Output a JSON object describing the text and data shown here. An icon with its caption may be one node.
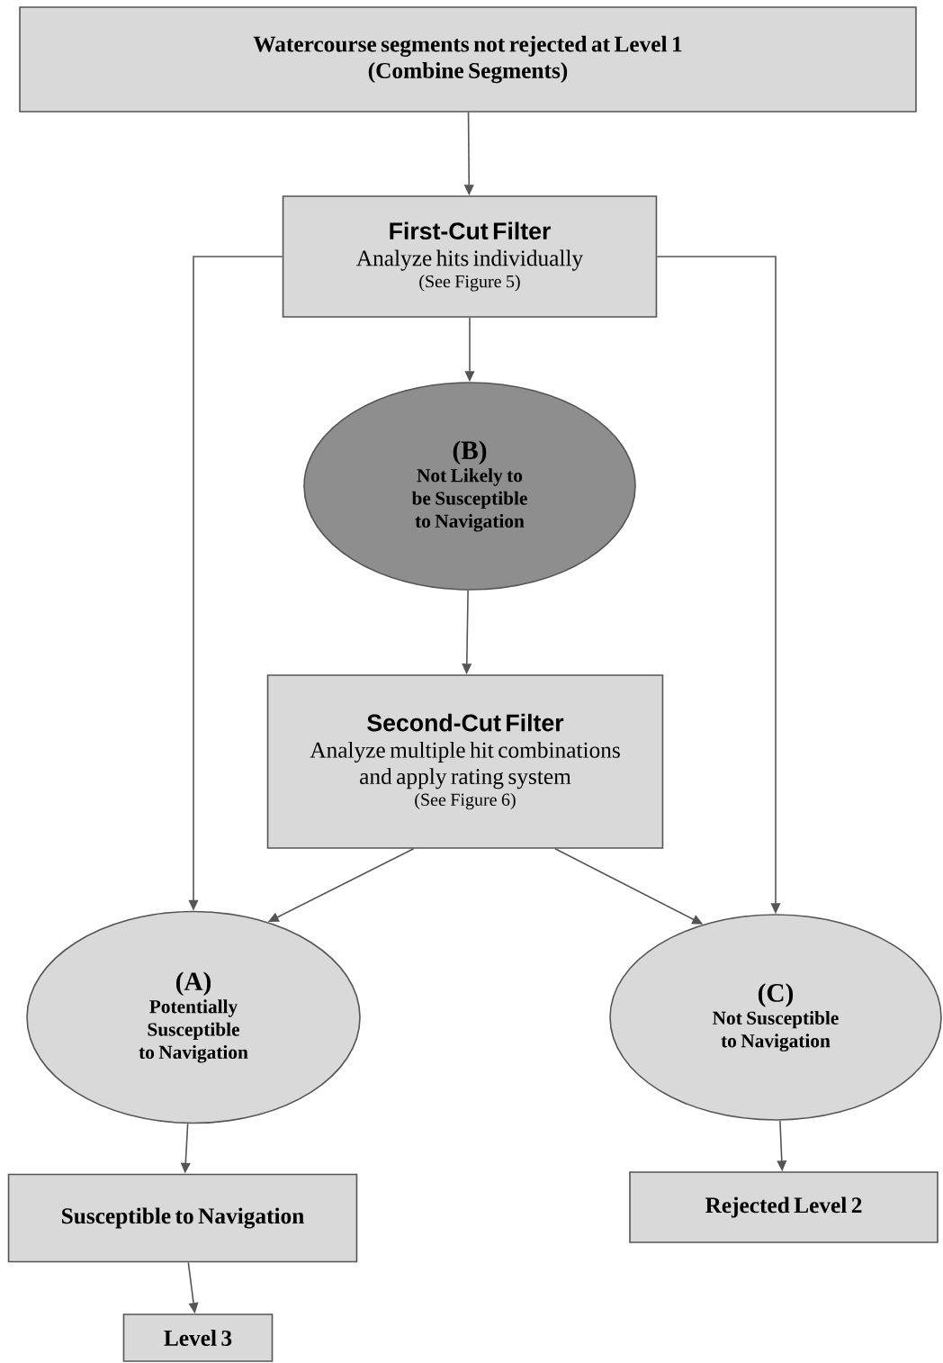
{
  "diagram": {
    "nodes": [
      {
        "text": [
          "Watercourse segments not rejected at Level 1",
          "(Combine Segments)"
        ]
      },
      {
        "text": [
          "First-Cut Filter",
          "Analyze hits individually",
          "(See Figure 5)"
        ]
      },
      {
        "text": [
          "(B)",
          "Not Likely to be Susceptible to Navigation"
        ]
      },
      {
        "text": [
          "Second-Cut Filter",
          "Analyze multiple hit combinations and apply rating system",
          "(See Figure 6)"
        ]
      },
      {
        "text": [
          "(A)",
          "Potentially Susceptible to Navigation"
        ]
      },
      {
        "text": [
          "(C)",
          "Not Susceptible to Navigation"
        ]
      },
      {
        "text": [
          "Susceptible to Navigation"
        ]
      },
      {
        "text": [
          "Rejected Level 2"
        ]
      },
      {
        "text": [
          "Level 3"
        ]
      }
    ],
    "edges": [
      {
        "from": 0,
        "to": 1,
        "arrow": "to"
      },
      {
        "from": 1,
        "to": 4,
        "arrow": "to"
      },
      {
        "from": 1,
        "to": 2,
        "arrow": "to"
      },
      {
        "from": 1,
        "to": 5,
        "arrow": "to"
      },
      {
        "from": 2,
        "to": 3,
        "arrow": "to"
      },
      {
        "from": 3,
        "to": 4,
        "arrow": "to"
      },
      {
        "from": 3,
        "to": 5,
        "arrow": "to"
      },
      {
        "from": 4,
        "to": 6,
        "arrow": "to"
      },
      {
        "from": 5,
        "to": 7,
        "arrow": "to"
      },
      {
        "from": 6,
        "to": 8,
        "arrow": "to"
      }
    ]
  }
}
